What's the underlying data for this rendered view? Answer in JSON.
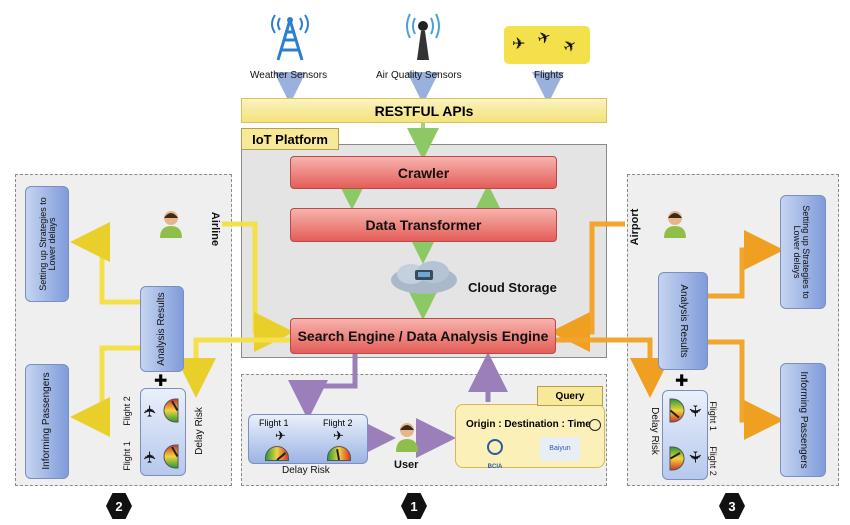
{
  "sources": {
    "weather": "Weather Sensors",
    "air": "Air Quality Sensors",
    "flights": "Flights"
  },
  "restful": "RESTFUL APIs",
  "iot_title": "IoT Platform",
  "crawler": "Crawler",
  "transformer": "Data Transformer",
  "cloud": "Cloud Storage",
  "engine": "Search Engine / Data Analysis Engine",
  "airline": "Airline",
  "airport": "Airport",
  "left": {
    "strategies": "Setting up Strategies to Lower delays",
    "informing": "Informing Passengers",
    "analysis": "Analysis Results",
    "delay_risk": "Delay Risk",
    "flight2": "Flight 2",
    "flight1": "Flight 1",
    "number": "2"
  },
  "right": {
    "strategies": "Setting up Strategies to Lower delays",
    "informing": "Informing Passengers",
    "analysis": "Analysis Results",
    "delay_risk": "Delay Risk",
    "flight1": "Flight 1",
    "flight2": "Flight 2",
    "number": "3"
  },
  "bottom": {
    "flight1": "Flight 1",
    "flight2": "Flight 2",
    "delay_risk": "Delay Risk",
    "user": "User",
    "query": "Query",
    "query_text": "Origin : Destination : Time",
    "logo1": "BCIA",
    "logo2": "Baiyun",
    "number": "1"
  },
  "colors": {
    "yellow": "#f4e04a",
    "orange": "#f1a52c",
    "green": "#9dd37a",
    "purple": "#9a7fba",
    "blue": "#9ab0dd"
  }
}
